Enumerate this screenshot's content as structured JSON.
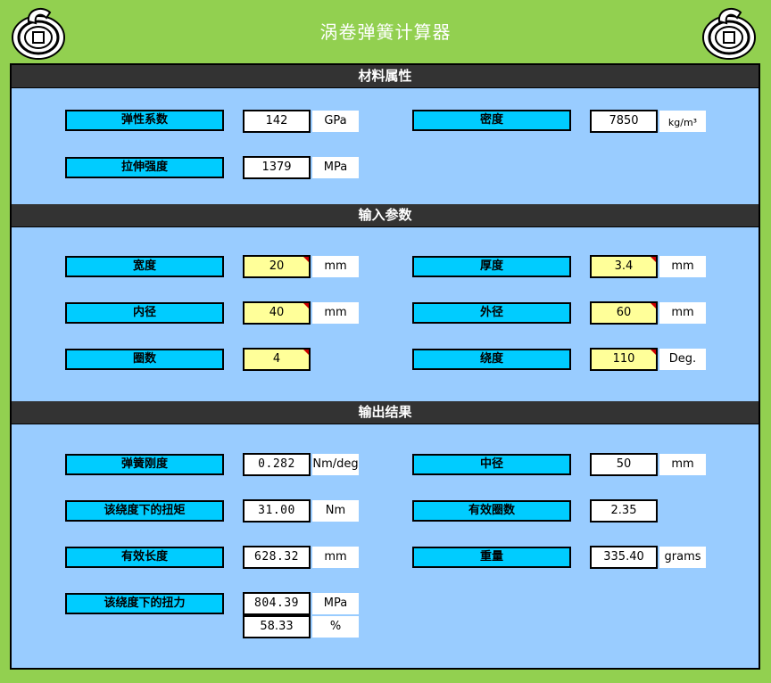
{
  "app_title": "涡卷弹簧计算器",
  "sections": {
    "material": "材料属性",
    "input": "输入参数",
    "output": "输出结果"
  },
  "material": {
    "elastic_modulus": {
      "label": "弹性系数",
      "value": "142",
      "unit": "GPa"
    },
    "density": {
      "label": "密度",
      "value": "7850",
      "unit": "kg/m³"
    },
    "tensile_strength": {
      "label": "拉伸强度",
      "value": "1379",
      "unit": "MPa"
    }
  },
  "input": {
    "width": {
      "label": "宽度",
      "value": "20",
      "unit": "mm"
    },
    "thickness": {
      "label": "厚度",
      "value": "3.4",
      "unit": "mm"
    },
    "inner_diameter": {
      "label": "内径",
      "value": "40",
      "unit": "mm"
    },
    "outer_diameter": {
      "label": "外径",
      "value": "60",
      "unit": "mm"
    },
    "turns": {
      "label": "圈数",
      "value": "4"
    },
    "wind_angle": {
      "label": "绕度",
      "value": "110",
      "unit": "Deg."
    }
  },
  "output": {
    "spring_rate": {
      "label": "弹簧刚度",
      "value": "0.282",
      "unit": "Nm/deg"
    },
    "mean_diameter": {
      "label": "中径",
      "value": "50",
      "unit": "mm"
    },
    "torque": {
      "label": "该绕度下的扭矩",
      "value": "31.00",
      "unit": "Nm"
    },
    "active_turns": {
      "label": "有效圈数",
      "value": "2.35"
    },
    "active_length": {
      "label": "有效长度",
      "value": "628.32",
      "unit": "mm"
    },
    "weight": {
      "label": "重量",
      "value": "335.40",
      "unit": "grams"
    },
    "stress": {
      "label": "该绕度下的扭力",
      "value": "804.39",
      "unit": "MPa",
      "percent": "58.33",
      "percent_unit": "%"
    }
  },
  "icons": {
    "logo": "coil-spring-icon"
  },
  "colors": {
    "background": "#92d050",
    "panel": "#99ccff",
    "label": "#00ccff",
    "input": "#ffff99",
    "band": "#333333"
  }
}
